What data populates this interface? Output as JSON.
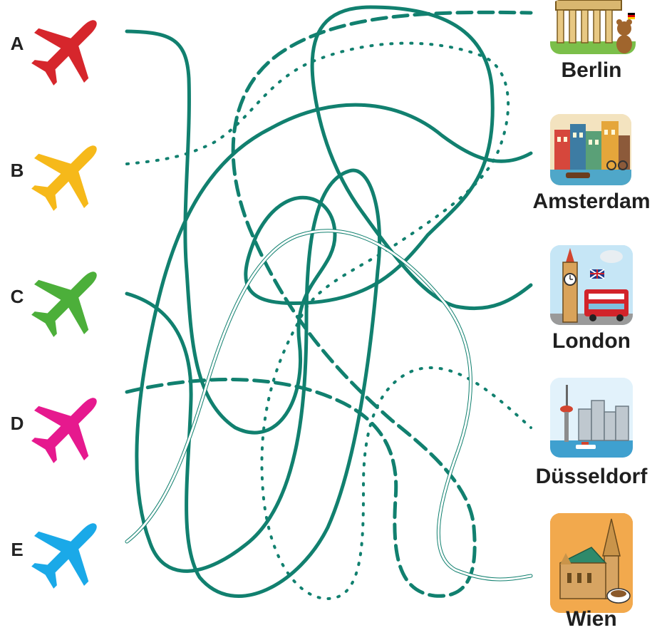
{
  "planes": [
    {
      "letter": "A",
      "color": "#d6262c",
      "icon": "airplane-icon"
    },
    {
      "letter": "B",
      "color": "#f6b91a",
      "icon": "airplane-icon"
    },
    {
      "letter": "C",
      "color": "#4caf3a",
      "icon": "airplane-icon"
    },
    {
      "letter": "D",
      "color": "#e6198e",
      "icon": "airplane-icon"
    },
    {
      "letter": "E",
      "color": "#1aa9e8",
      "icon": "airplane-icon"
    }
  ],
  "cities": [
    {
      "name": "Berlin",
      "icon": "brandenburg-gate-icon"
    },
    {
      "name": "Amsterdam",
      "icon": "canal-houses-icon"
    },
    {
      "name": "London",
      "icon": "big-ben-icon"
    },
    {
      "name": "Düsseldorf",
      "icon": "rhine-tower-icon"
    },
    {
      "name": "Wien",
      "icon": "stephansdom-icon"
    }
  ],
  "maze": {
    "line_color": "#11806f"
  }
}
